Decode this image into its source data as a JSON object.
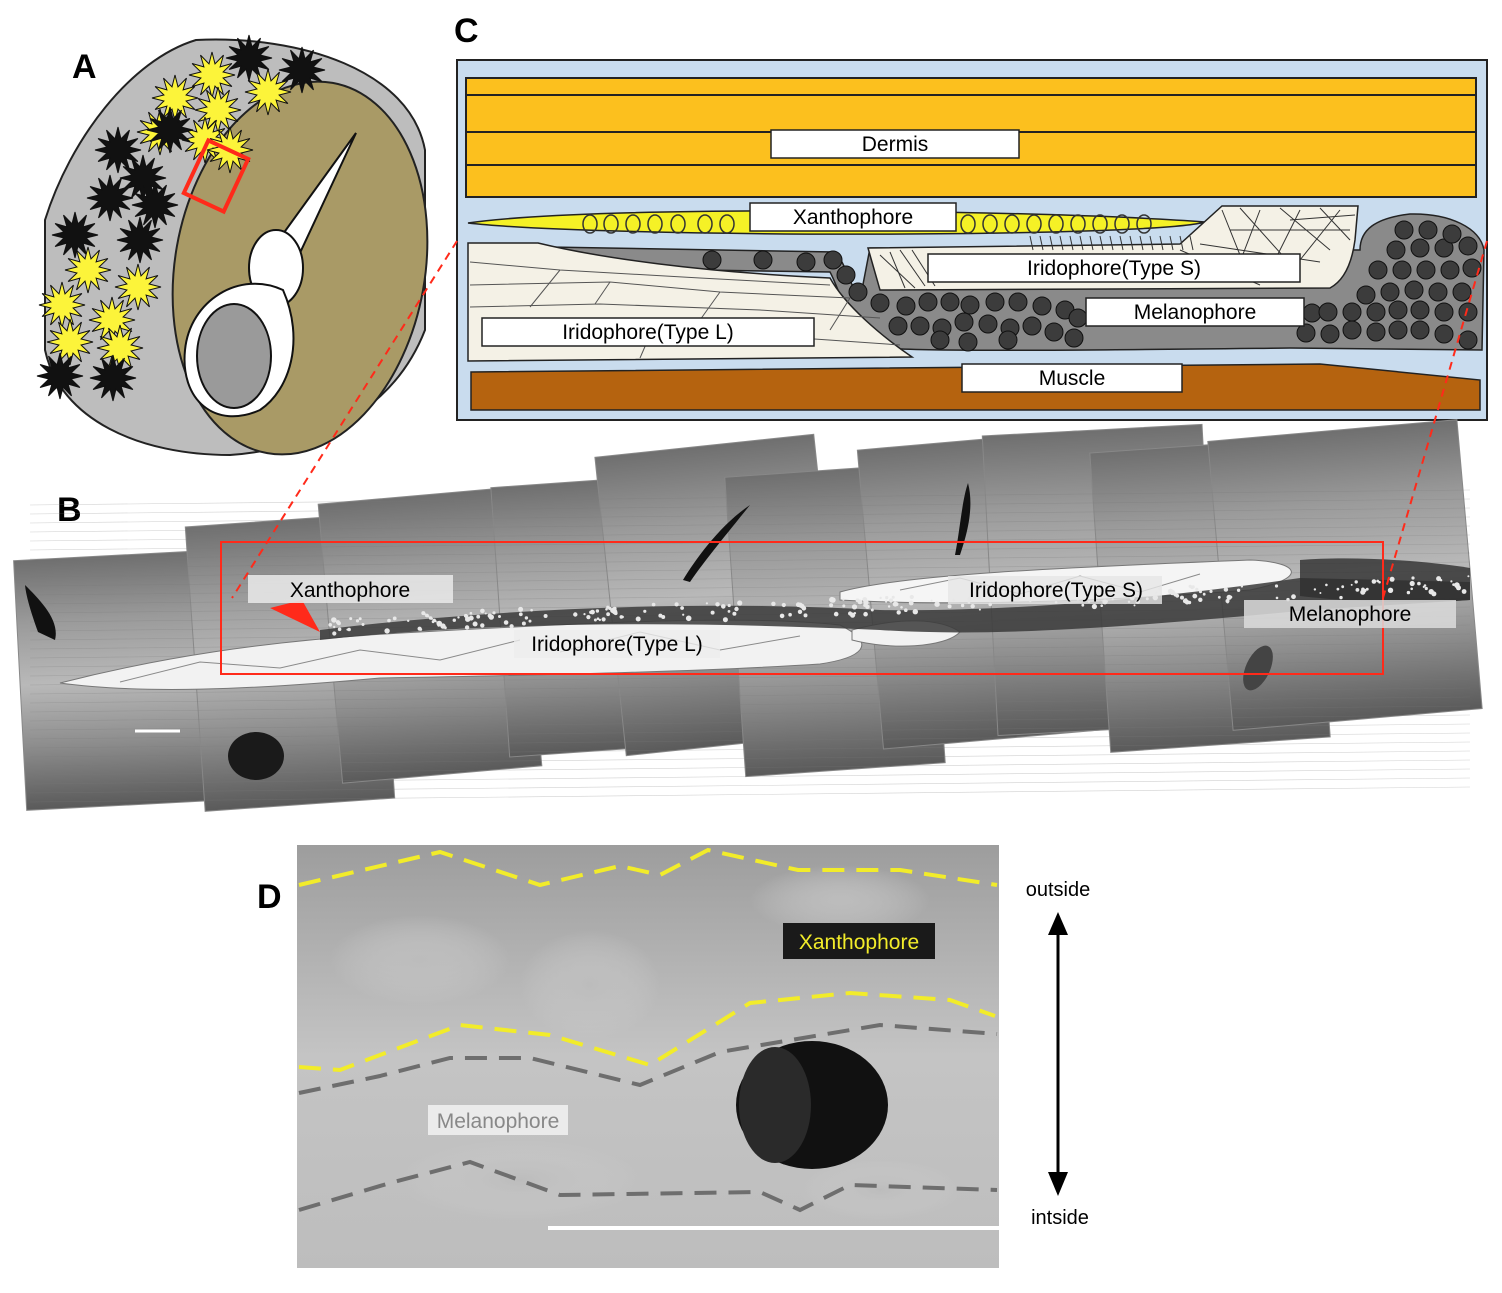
{
  "panels": {
    "A": {
      "letter": "A"
    },
    "B": {
      "letter": "B",
      "labels": {
        "xanthophore": "Xanthophore",
        "iridophore_s": "Iridophore(Type  S)",
        "iridophore_l": "Iridophore(Type  L)",
        "melanophore": "Melanophore"
      }
    },
    "C": {
      "letter": "C",
      "labels": {
        "dermis": "Dermis",
        "xanthophore": "Xanthophore",
        "iridophore_s": "Iridophore(Type  S)",
        "melanophore": "Melanophore",
        "iridophore_l": "Iridophore(Type  L)",
        "muscle": "Muscle"
      }
    },
    "D": {
      "letter": "D",
      "labels": {
        "xanthophore": "Xanthophore",
        "melanophore": "Melanophore",
        "outside": "outside",
        "inside": "intside"
      }
    }
  },
  "colors": {
    "dermis": "#fcc01e",
    "xanthophore": "#f5f126",
    "iridophore": "#f4f1e6",
    "melanophore_body": "#8a8a8a",
    "melanosome": "#3c3c3c",
    "muscle": "#b5630f",
    "c_background": "#c9dcee",
    "scale_outline": "#ff2a1a",
    "fish_cross_section": "#a99a66",
    "fish_edge": "#bdbdbd",
    "xanthophore_star": "#fcf43a",
    "melanophore_star": "#111111"
  }
}
